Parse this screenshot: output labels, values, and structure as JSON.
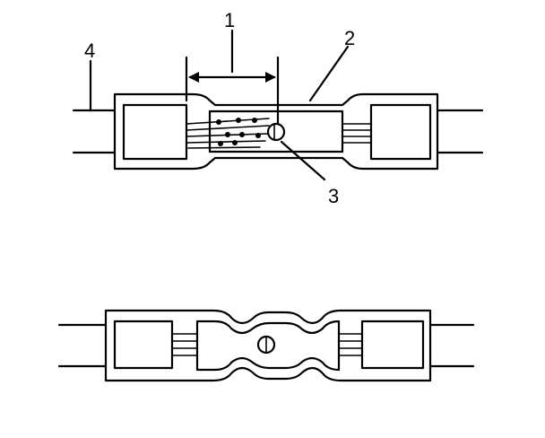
{
  "diagram": {
    "callouts": [
      {
        "id": "callout-1",
        "label": "1"
      },
      {
        "id": "callout-2",
        "label": "2"
      },
      {
        "id": "callout-3",
        "label": "3"
      },
      {
        "id": "callout-4",
        "label": "4"
      }
    ],
    "colors": {
      "line": "#000000",
      "background": "#ffffff"
    }
  }
}
